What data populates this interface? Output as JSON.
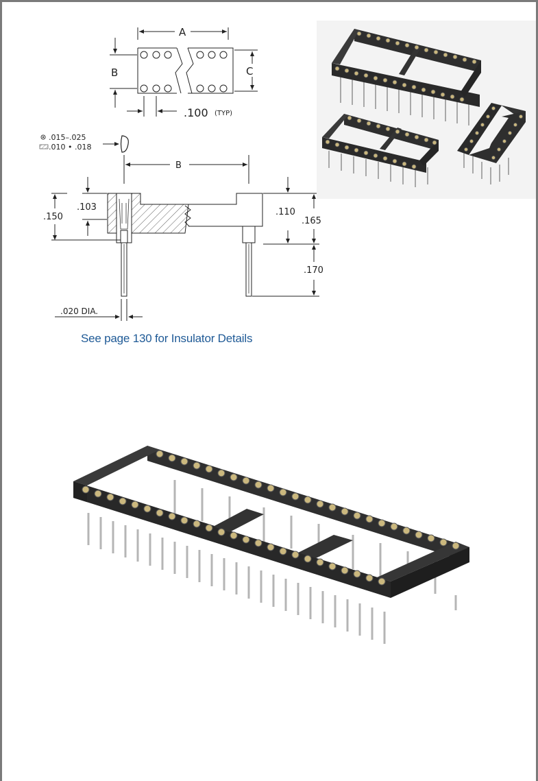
{
  "top_view": {
    "label_a": "A",
    "label_b": "B",
    "label_c": "C",
    "pitch": ".100",
    "pitch_note": "(TYP)"
  },
  "pin_legend": {
    "round_range": ".015–.025",
    "flat_range": ".010 • .018"
  },
  "side_view": {
    "label_b": "B",
    "dim_103": ".103",
    "dim_150": ".150",
    "dim_110": ".110",
    "dim_165": ".165",
    "dim_170": ".170",
    "pin_dia": ".020 DIA."
  },
  "caption": "See page 130 for Insulator Details",
  "colors": {
    "caption_blue": "#1f5a96",
    "socket_body": "#2e2e2e",
    "contact_gold": "#c8b47a",
    "pin_silver": "#b8b8b8"
  }
}
